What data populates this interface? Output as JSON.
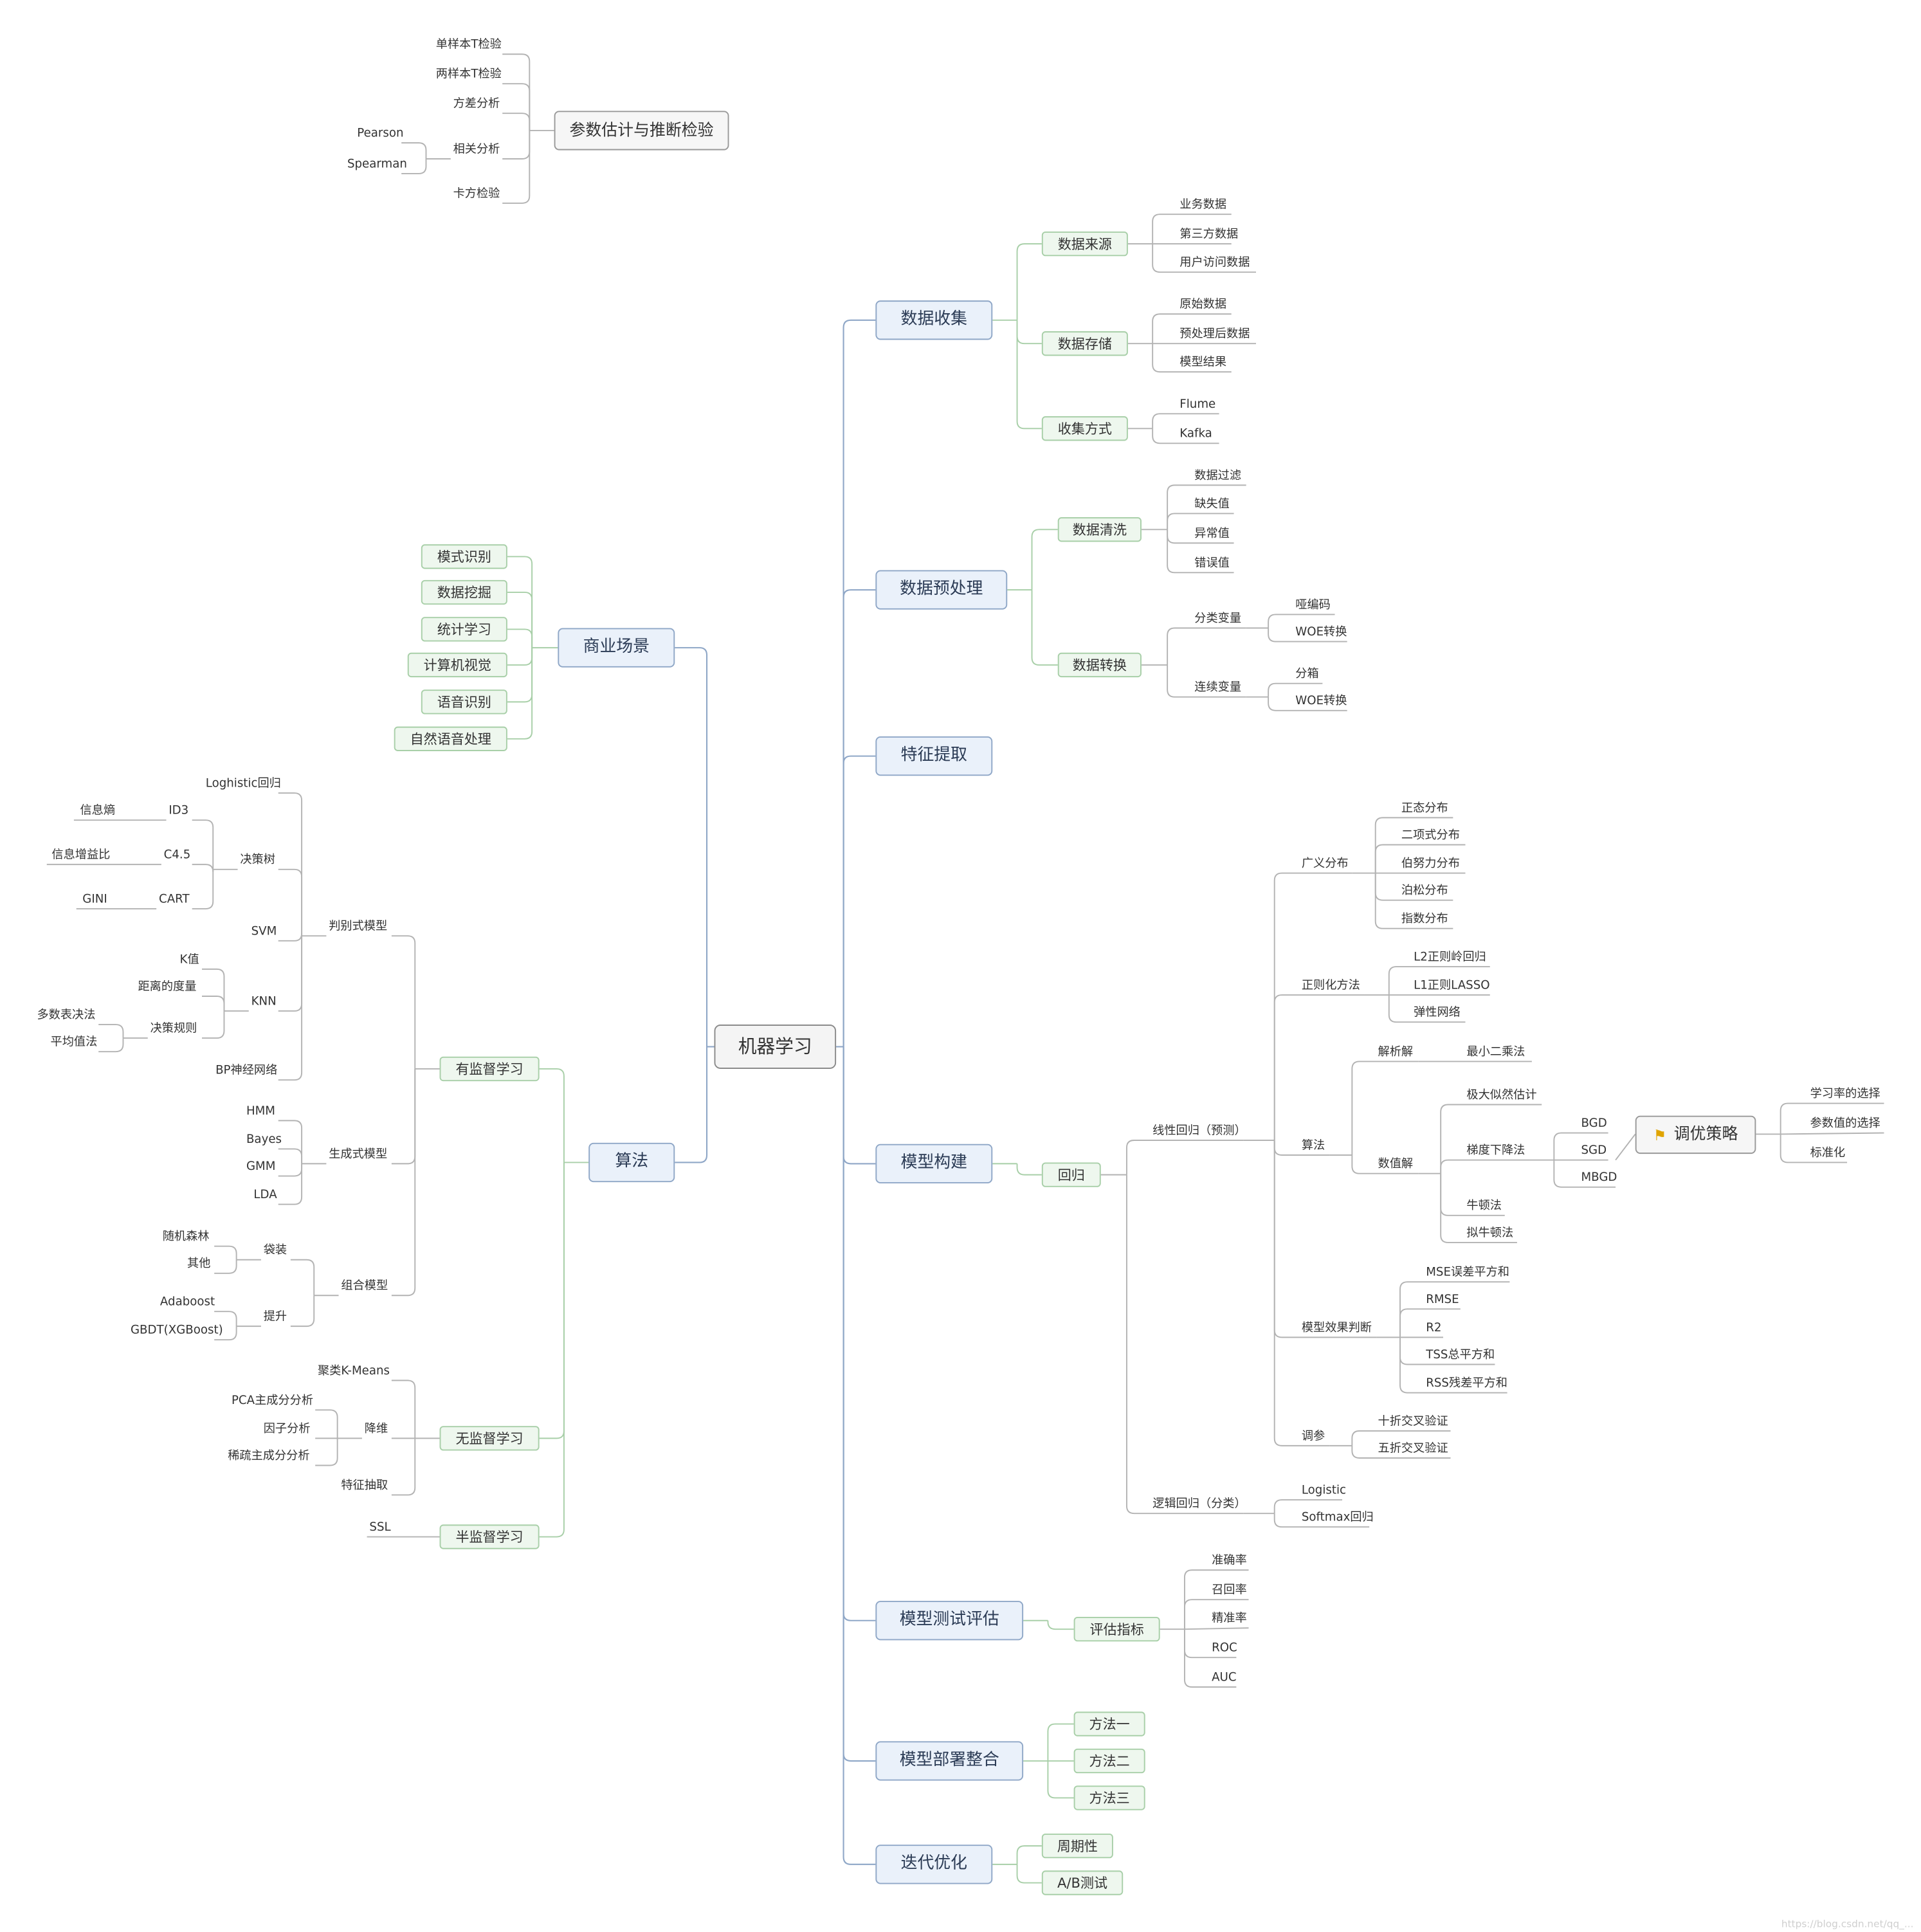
{
  "root": "机器学习",
  "branches": {
    "param": "参数估计与推断检验",
    "param_items": [
      "单样本T检验",
      "两样本T检验",
      "方差分析",
      "相关分析",
      "卡方检验"
    ],
    "corr_items": [
      "Pearson",
      "Spearman"
    ],
    "collect": "数据收集",
    "collect_subs": [
      "数据来源",
      "数据存储",
      "收集方式"
    ],
    "source_items": [
      "业务数据",
      "第三方数据",
      "用户访问数据"
    ],
    "storage_items": [
      "原始数据",
      "预处理后数据",
      "模型结果"
    ],
    "method_items": [
      "Flume",
      "Kafka"
    ],
    "prep": "数据预处理",
    "prep_subs": [
      "数据清洗",
      "数据转换"
    ],
    "clean_items": [
      "数据过滤",
      "缺失值",
      "异常值",
      "错误值"
    ],
    "trans_items": [
      "分类变量",
      "连续变量"
    ],
    "cat_items": [
      "哑编码",
      "WOE转换"
    ],
    "cont_items": [
      "分箱",
      "WOE转换"
    ],
    "feature": "特征提取",
    "biz": "商业场景",
    "biz_items": [
      "模式识别",
      "数据挖掘",
      "统计学习",
      "计算机视觉",
      "语音识别",
      "自然语音处理"
    ],
    "algo": "算法",
    "algo_subs": [
      "有监督学习",
      "无监督学习",
      "半监督学习"
    ],
    "disc": "判别式模型",
    "disc_items": [
      "Loghistic回归",
      "决策树",
      "SVM",
      "KNN",
      "BP神经网络"
    ],
    "tree_items": [
      "ID3",
      "C4.5",
      "CART"
    ],
    "tree_crit": [
      "信息熵",
      "信息增益比",
      "GINI"
    ],
    "knn_items": [
      "K值",
      "距离的度量",
      "决策规则"
    ],
    "rule_items": [
      "多数表决法",
      "平均值法"
    ],
    "gen": "生成式模型",
    "gen_items": [
      "HMM",
      "Bayes",
      "GMM",
      "LDA"
    ],
    "ens": "组合模型",
    "ens_items": [
      "袋装",
      "提升"
    ],
    "bag_items": [
      "随机森林",
      "其他"
    ],
    "boost_items": [
      "Adaboost",
      "GBDT(XGBoost)"
    ],
    "unsup_items": [
      "聚类K-Means",
      "降维",
      "特征抽取"
    ],
    "dim_items": [
      "PCA主成分分析",
      "因子分析",
      "稀疏主成分分析"
    ],
    "semi_items": [
      "SSL"
    ],
    "build": "模型构建",
    "reg": "回归",
    "lin": "线性回归（预测）",
    "lin_items": [
      "广义分布",
      "正则化方法",
      "算法",
      "模型效果判断",
      "调参"
    ],
    "dist_items": [
      "正态分布",
      "二项式分布",
      "伯努力分布",
      "泊松分布",
      "指数分布"
    ],
    "regu_items": [
      "L2正则岭回归",
      "L1正则LASSO",
      "弹性网络"
    ],
    "alg_items": [
      "解析解",
      "数值解"
    ],
    "ana_items": [
      "最小二乘法"
    ],
    "num_items": [
      "极大似然估计",
      "梯度下降法",
      "牛顿法",
      "拟牛顿法"
    ],
    "gd_items": [
      "BGD",
      "SGD",
      "MBGD"
    ],
    "tune": "调优策略",
    "tune_items": [
      "学习率的选择",
      "参数值的选择",
      "标准化"
    ],
    "eval_items": [
      "MSE误差平方和",
      "RMSE",
      "R2",
      "TSS总平方和",
      "RSS残差平方和"
    ],
    "cv_items": [
      "十折交叉验证",
      "五折交叉验证"
    ],
    "log": "逻辑回归（分类）",
    "log_items": [
      "Logistic",
      "Softmax回归"
    ],
    "test": "模型测试评估",
    "metric": "评估指标",
    "metric_items": [
      "准确率",
      "召回率",
      "精准率",
      "ROC",
      "AUC"
    ],
    "deploy": "模型部署整合",
    "deploy_items": [
      "方法一",
      "方法二",
      "方法三"
    ],
    "iter": "迭代优化",
    "iter_items": [
      "周期性",
      "A/B测试"
    ]
  },
  "watermark": "https://blog.csdn.net/qq_...",
  "colors": {
    "line_main": "#8fa7c7",
    "line_sub": "#a8cfa8",
    "line_leaf": "#b3b3b3"
  }
}
